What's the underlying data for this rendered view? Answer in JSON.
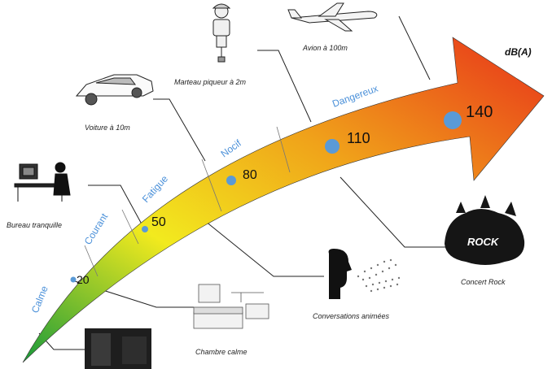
{
  "unit": "dB(A)",
  "zones": [
    "Calme",
    "Courant",
    "Fatigue",
    "Nocif",
    "Dangereux"
  ],
  "levels": [
    "20",
    "50",
    "80",
    "110",
    "140"
  ],
  "captions": {
    "avion": "Avion à 100m",
    "marteau": "Marteau piqueur à 2m",
    "voiture": "Voiture à 10m",
    "bureau": "Bureau tranquille",
    "concert": "Concert Rock",
    "conversations": "Conversations animées",
    "chambre": "Chambre calme"
  },
  "rock_text": "ROCK",
  "colors": {
    "gradient": [
      "#1a9a3a",
      "#f2ea1e",
      "#f0a21a",
      "#e8321a"
    ],
    "marker": "#5a9ad6",
    "zone_label": "#4a90d9"
  },
  "icons": [
    "airplane-icon",
    "jackhammer-worker-icon",
    "car-icon",
    "office-desk-icon",
    "rock-concert-icon",
    "talking-head-icon",
    "bedroom-icon",
    "dark-room-icon"
  ]
}
